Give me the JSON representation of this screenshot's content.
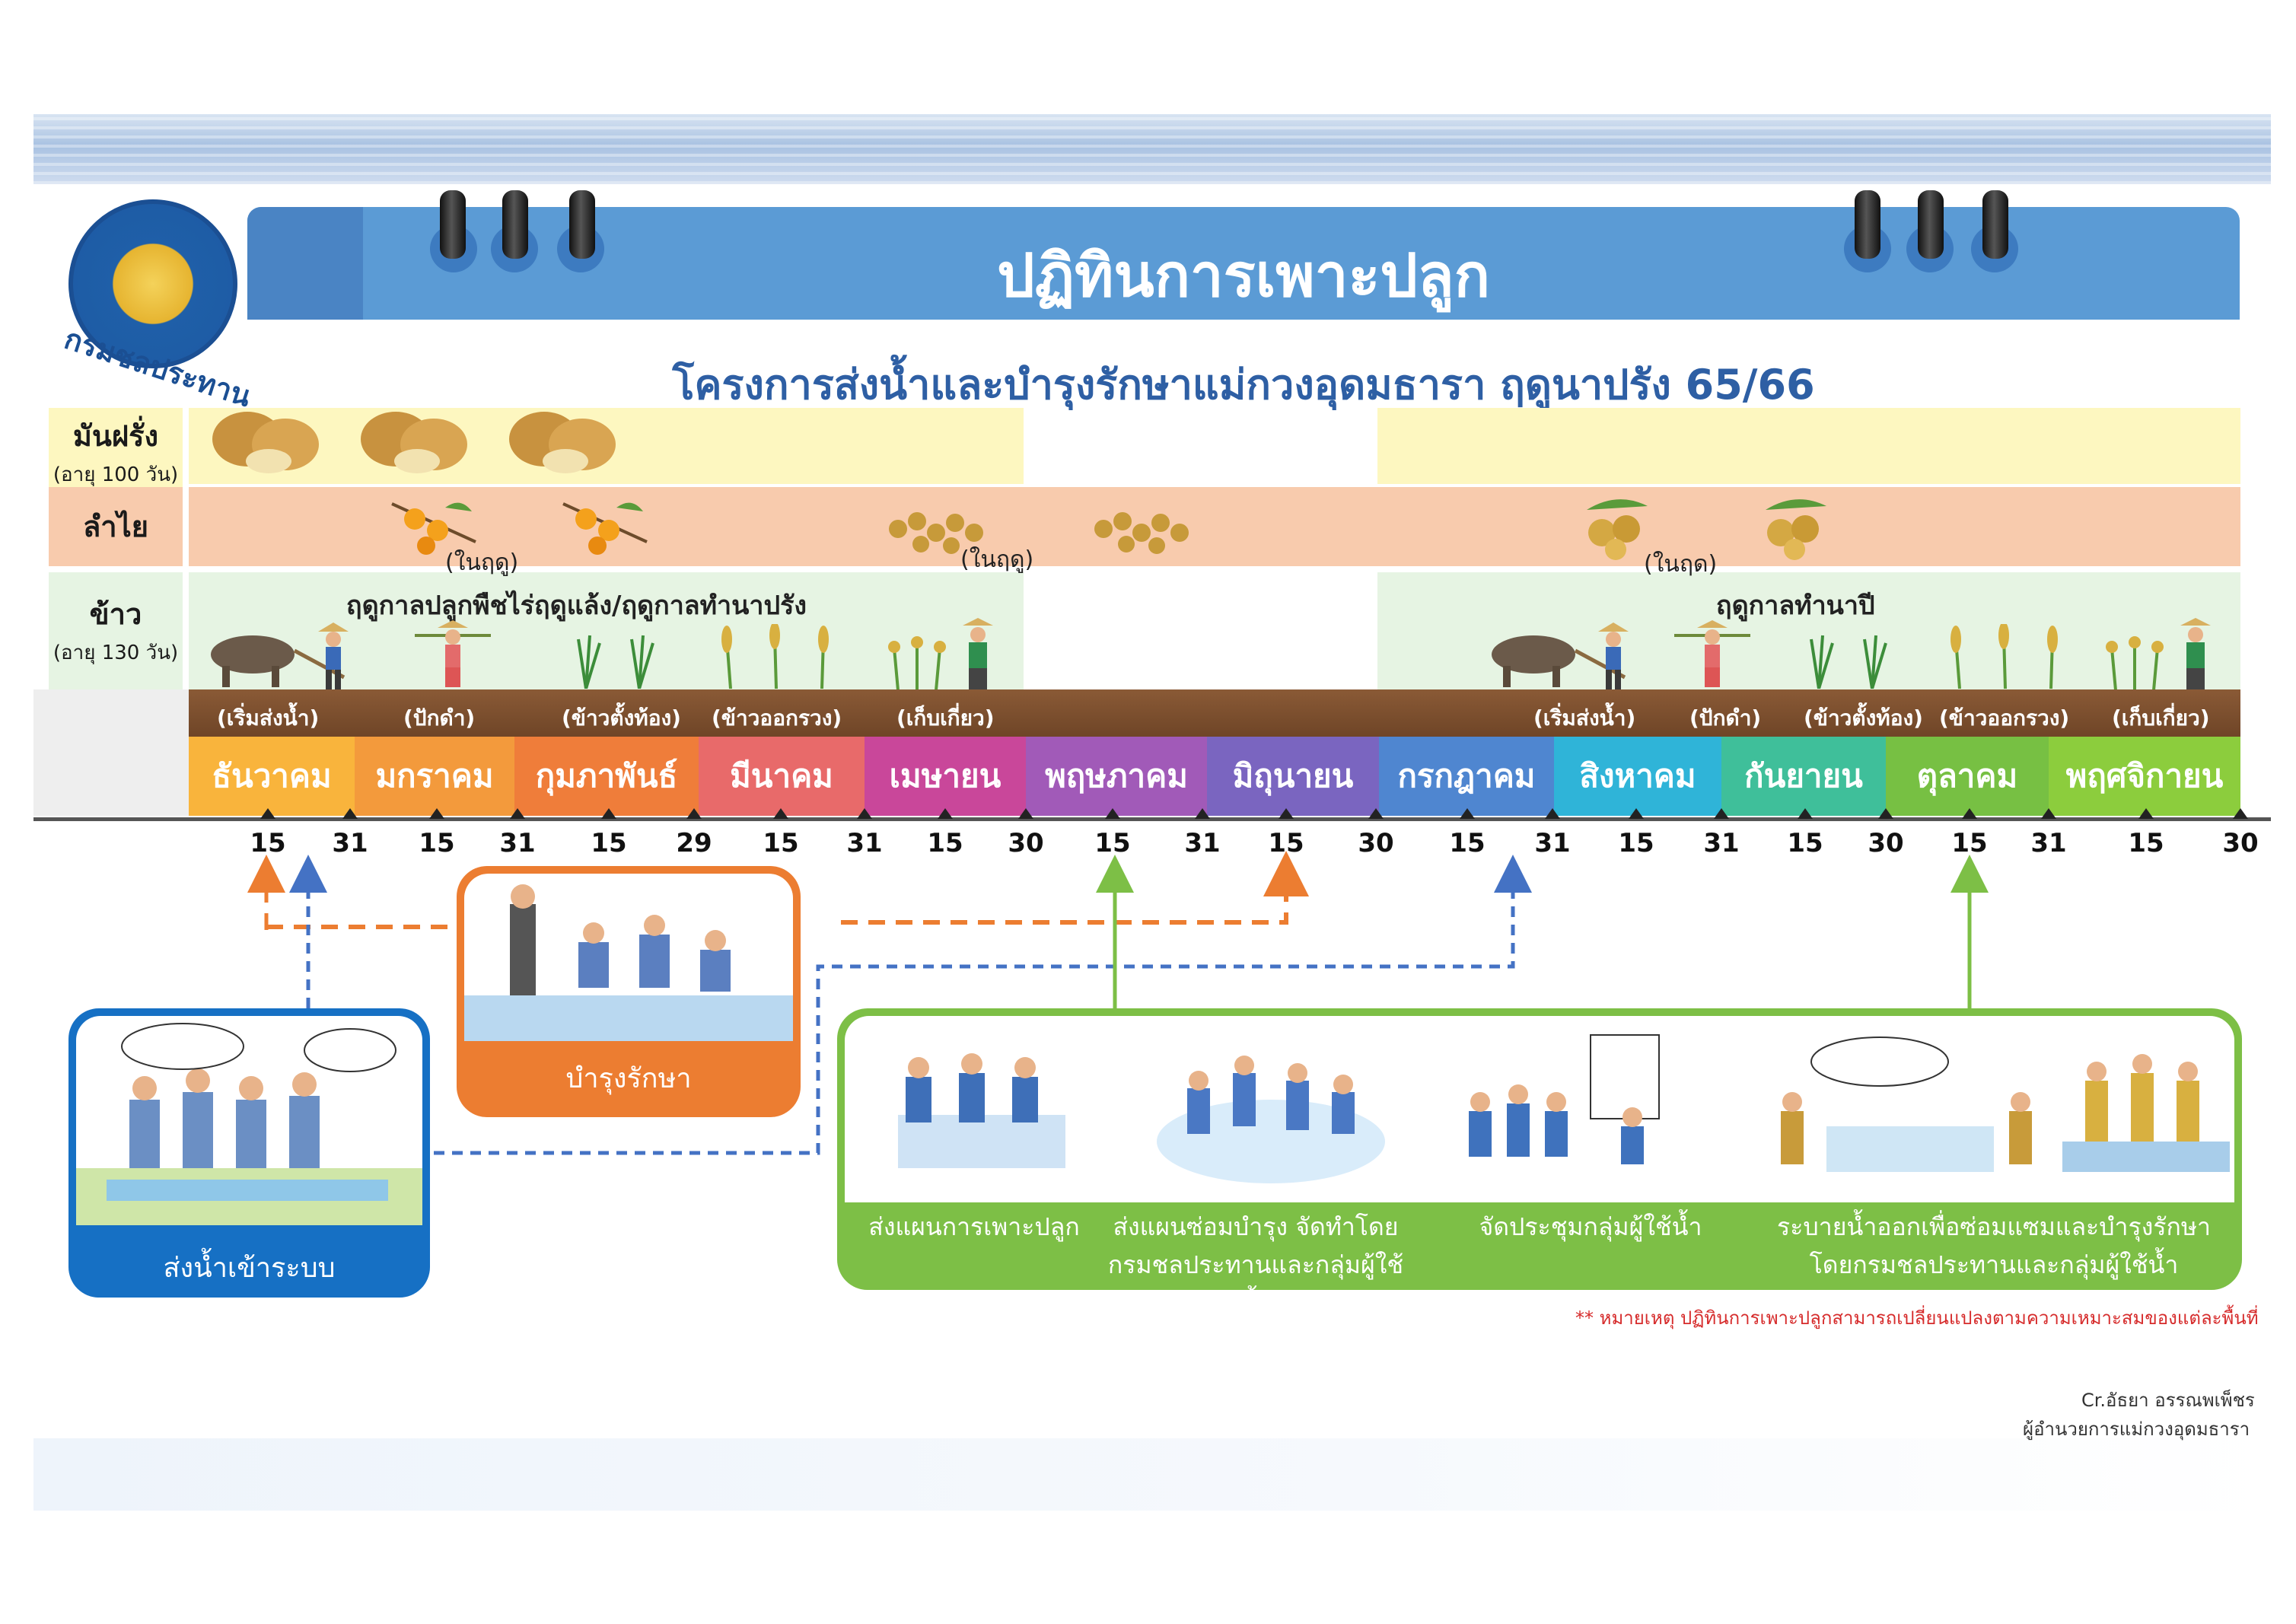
{
  "header": {
    "title": "ปฏิทินการเพาะปลูก",
    "subtitle": "โครงการส่งน้ำและบำรุงรักษาแม่กวงอุดมธารา ฤดูนาปรัง 65/66",
    "logo_text": "กรมชลประทาน"
  },
  "rows": {
    "potato": {
      "label": "มันฝรั่ง",
      "sub": "(อายุ 100 วัน)",
      "color": "#fdf7c0"
    },
    "longan": {
      "label": "ลำไย",
      "sub": "",
      "color": "#f8cbad",
      "notes": [
        "(ในฤดู)",
        "(ในฤดู)",
        "(ในฤด)"
      ]
    },
    "rice": {
      "label": "ข้าว",
      "sub": "(อายุ 130 วัน)",
      "color": "#e6f4e3",
      "season_dry": "ฤดูกาลปลูกพืชไร่ฤดูแล้ง/ฤดูกาลทำนาปรัง",
      "season_wet": "ฤดูกาลทำนาปี"
    }
  },
  "stages": [
    "(เริ่มส่งน้ำ)",
    "(ปักดำ)",
    "(ข้าวตั้งท้อง)",
    "(ข้าวออกรวง)",
    "(เก็บเกี่ยว)",
    "(เริ่มส่งน้ำ)",
    "(ปักดำ)",
    "(ข้าวตั้งท้อง)",
    "(ข้าวออกรวง)",
    "(เก็บเกี่ยว)"
  ],
  "months": [
    {
      "name": "ธันวาคม",
      "color": "#f9b43c"
    },
    {
      "name": "มกราคม",
      "color": "#f39a3c"
    },
    {
      "name": "กุมภาพันธ์",
      "color": "#ef7d3a"
    },
    {
      "name": "มีนาคม",
      "color": "#e86a6a"
    },
    {
      "name": "เมษายน",
      "color": "#c9479a"
    },
    {
      "name": "พฤษภาคม",
      "color": "#a15ab8"
    },
    {
      "name": "มิถุนายน",
      "color": "#7a65c0"
    },
    {
      "name": "กรกฎาคม",
      "color": "#4f86d0"
    },
    {
      "name": "สิงหาคม",
      "color": "#2fb4d8"
    },
    {
      "name": "กันยายน",
      "color": "#3fbf9a"
    },
    {
      "name": "ตุลาคม",
      "color": "#77c043"
    },
    {
      "name": "พฤศจิกายน",
      "color": "#8ccd3d"
    }
  ],
  "days": [
    "15",
    "31",
    "15",
    "31",
    "15",
    "29",
    "15",
    "31",
    "15",
    "30",
    "15",
    "31",
    "15",
    "30",
    "15",
    "31",
    "15",
    "31",
    "15",
    "30",
    "15",
    "31",
    "15",
    "30"
  ],
  "boxes": {
    "supply": "ส่งน้ำเข้าระบบ",
    "maintain": "บำรุงรักษา",
    "green": {
      "c1": "ส่งแผนการเพาะปลูก",
      "c2a": "ส่งแผนซ่อมบำรุง จัดทำโดย",
      "c2b": "กรมชลประทานและกลุ่มผู้ใช้น้ำ",
      "c3": "จัดประชุมกลุ่มผู้ใช้น้ำ",
      "c4a": "ระบายน้ำออกเพื่อซ่อมแซมและบำรุงรักษา",
      "c4b": "โดยกรมชลประทานและกลุ่มผู้ใช้น้ำ"
    }
  },
  "note": "** หมายเหตุ ปฏิทินการเพาะปลูกสามารถเปลี่ยนแปลงตามความเหมาะสมของแต่ละพื้นที่",
  "credit": {
    "line1": "Cr.อัธยา อรรณพเพ็ชร",
    "line2": "ผู้อำนวยการแม่กวงอุดมธารา"
  },
  "icons": [
    "potato-icon",
    "longan-icon",
    "buffalo-plough-icon",
    "farmer-icon",
    "rice-plant-icon",
    "harvest-icon",
    "meeting-illustration"
  ]
}
